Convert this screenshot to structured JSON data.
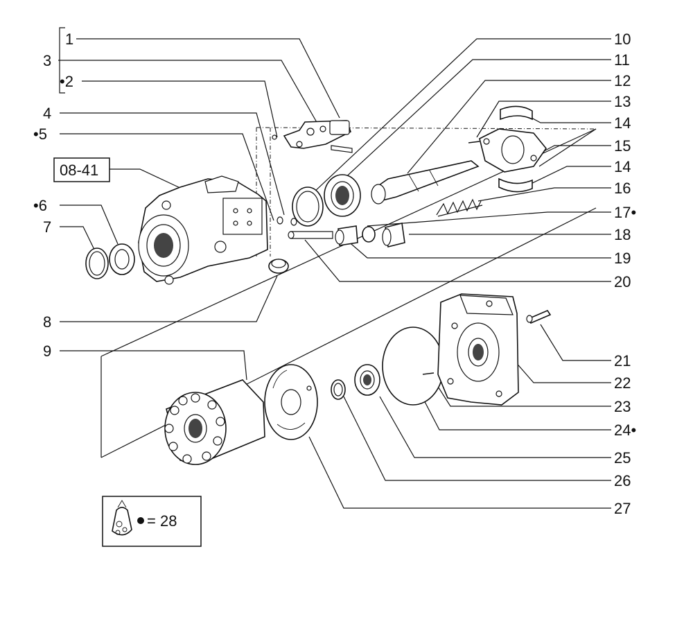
{
  "callouts": [
    {
      "id": "c1",
      "text": "1"
    },
    {
      "id": "c2",
      "text": "•2"
    },
    {
      "id": "c3",
      "text": "3"
    },
    {
      "id": "c4",
      "text": "4"
    },
    {
      "id": "c5",
      "text": "•5"
    },
    {
      "id": "c6",
      "text": "•6"
    },
    {
      "id": "c7",
      "text": "7"
    },
    {
      "id": "c8",
      "text": "8"
    },
    {
      "id": "c9",
      "text": "9"
    },
    {
      "id": "c10",
      "text": "10"
    },
    {
      "id": "c11",
      "text": "11"
    },
    {
      "id": "c12",
      "text": "12"
    },
    {
      "id": "c13",
      "text": "13"
    },
    {
      "id": "c14a",
      "text": "14"
    },
    {
      "id": "c15",
      "text": "15"
    },
    {
      "id": "c14b",
      "text": "14"
    },
    {
      "id": "c16",
      "text": "16"
    },
    {
      "id": "c17",
      "text": "17•"
    },
    {
      "id": "c18",
      "text": "18"
    },
    {
      "id": "c19",
      "text": "19"
    },
    {
      "id": "c20",
      "text": "20"
    },
    {
      "id": "c21",
      "text": "21"
    },
    {
      "id": "c22",
      "text": "22"
    },
    {
      "id": "c23",
      "text": "23"
    },
    {
      "id": "c24",
      "text": "24•"
    },
    {
      "id": "c25",
      "text": "25"
    },
    {
      "id": "c26",
      "text": "26"
    },
    {
      "id": "c27",
      "text": "27"
    }
  ],
  "reference_box": "08-41",
  "legend": {
    "text": "= 28"
  }
}
